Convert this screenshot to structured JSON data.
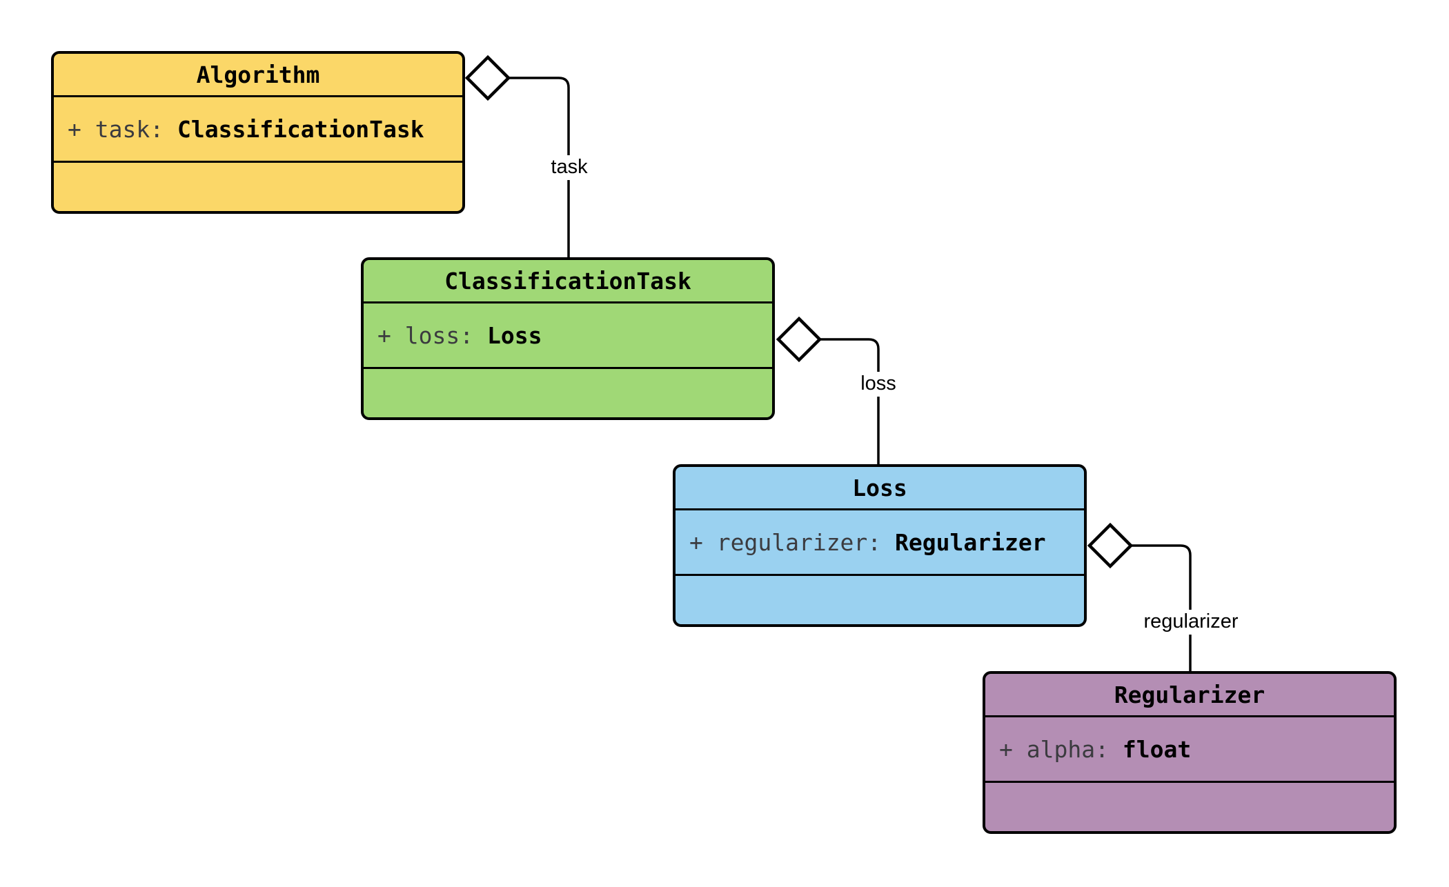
{
  "diagram": {
    "kind": "uml-class-diagram",
    "background": "#ffffff",
    "stroke_color": "#000000",
    "diamond_fill": "#ffffff",
    "title_color": "#000000",
    "attr_name_color": "#3b3b3f",
    "classes": [
      {
        "title": "Algorithm",
        "fill": "#fbd768",
        "attribute": {
          "visibility": "+ ",
          "name": "task",
          "separator": ": ",
          "type": "ClassificationTask"
        }
      },
      {
        "title": "ClassificationTask",
        "fill": "#a0d876",
        "attribute": {
          "visibility": "+ ",
          "name": "loss",
          "separator": ": ",
          "type": "Loss"
        }
      },
      {
        "title": "Loss",
        "fill": "#9ad1f0",
        "attribute": {
          "visibility": "+ ",
          "name": "regularizer",
          "separator": ": ",
          "type": "Regularizer"
        }
      },
      {
        "title": "Regularizer",
        "fill": "#b48eb4",
        "attribute": {
          "visibility": "+ ",
          "name": "alpha",
          "separator": ": ",
          "type": "float"
        }
      }
    ],
    "relationships": [
      {
        "from": "Algorithm",
        "to": "ClassificationTask",
        "label": "task",
        "type": "aggregation"
      },
      {
        "from": "ClassificationTask",
        "to": "Loss",
        "label": "loss",
        "type": "aggregation"
      },
      {
        "from": "Loss",
        "to": "Regularizer",
        "label": "regularizer",
        "type": "aggregation"
      }
    ]
  }
}
